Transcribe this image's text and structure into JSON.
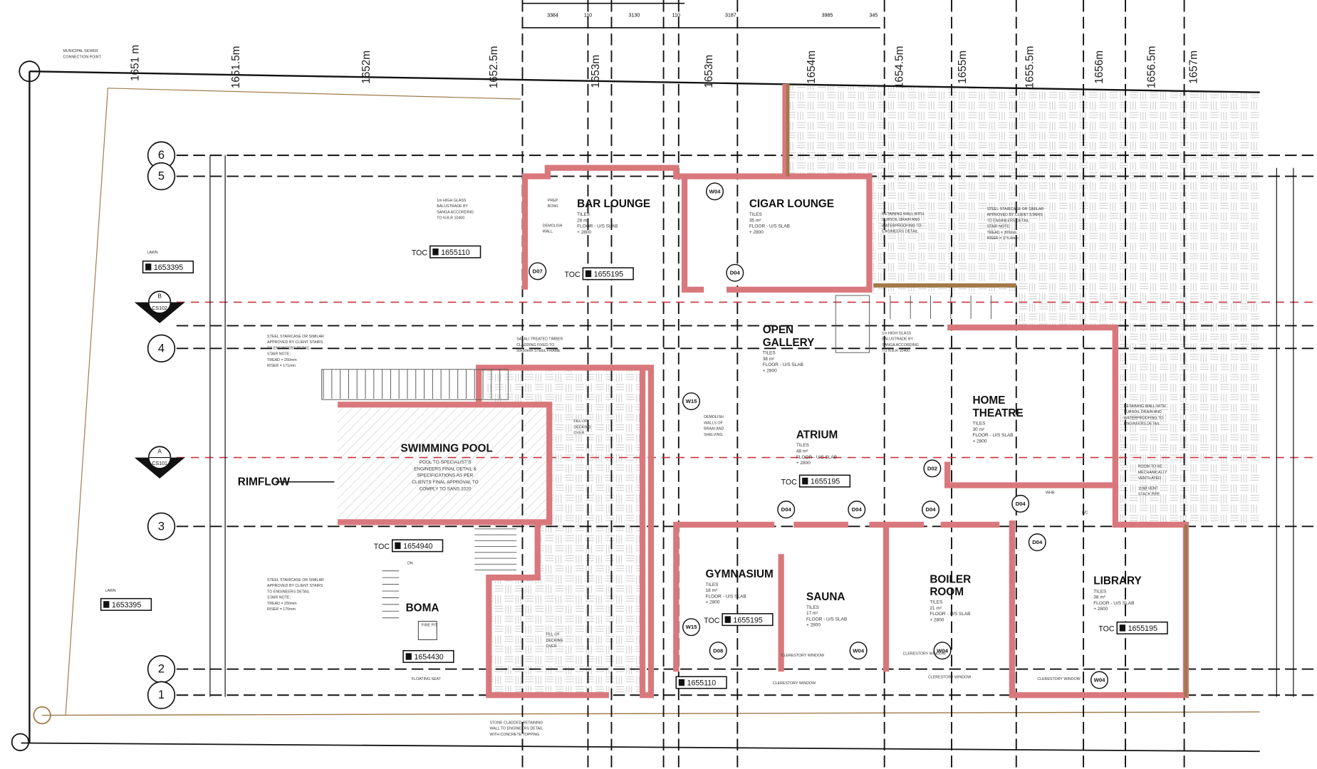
{
  "contours": [
    "1651 m",
    "1651.5m",
    "1652m",
    "1652.5m",
    "1653m",
    "1653m",
    "1654m",
    "1654.5m",
    "1655m",
    "1655.5m",
    "1656m",
    "1656.5m",
    "1657m"
  ],
  "top_dimensions": [
    "3384",
    "110",
    "3130",
    "110",
    "3187",
    "3985",
    "345"
  ],
  "grid_bubbles": [
    "6",
    "5",
    "4",
    "3",
    "2",
    "1"
  ],
  "sections": [
    {
      "letter": "B",
      "sheet": "CS102"
    },
    {
      "letter": "A",
      "sheet": "CS101"
    }
  ],
  "rooms": [
    {
      "name": "BAR LOUNGE",
      "finish": "TILES",
      "area": "28 m²",
      "floor": "FLOOR - U/S SLAB",
      "height": "+ 2800"
    },
    {
      "name": "CIGAR LOUNGE",
      "finish": "TILES",
      "area": "35 m²",
      "floor": "FLOOR - U/S SLAB",
      "height": "+ 2800"
    },
    {
      "name": "OPEN GALLERY",
      "finish": "TILES",
      "area": "38 m²",
      "floor": "FLOOR - U/S SLAB",
      "height": "+ 2800"
    },
    {
      "name": "ATRIUM",
      "finish": "TILES",
      "area": "48 m²",
      "floor": "FLOOR - U/S SLAB",
      "height": "+ 2800"
    },
    {
      "name": "HOME THEATRE",
      "finish": "TILES",
      "area": "30 m²",
      "floor": "FLOOR - U/S SLAB",
      "height": "+ 2800"
    },
    {
      "name": "GYMNASIUM",
      "finish": "TILES",
      "area": "18 m²",
      "floor": "FLOOR - U/S SLAB",
      "height": "+ 2800"
    },
    {
      "name": "SAUNA",
      "finish": "TILES",
      "area": "17 m²",
      "floor": "FLOOR - U/S SLAB",
      "height": "+ 2800"
    },
    {
      "name": "BOILER ROOM",
      "finish": "TILES",
      "area": "21 m²",
      "floor": "FLOOR - U/S SLAB",
      "height": "+ 2800"
    },
    {
      "name": "LIBRARY",
      "finish": "TILES",
      "area": "38 m²",
      "floor": "FLOOR - U/S SLAB",
      "height": "+ 2800"
    }
  ],
  "pool": {
    "name": "SWIMMING POOL",
    "notes": [
      "POOL TO SPECIALIST'S",
      "ENGINEERS FINAL DETAIL &",
      "SPECIFICATIONS AS PER",
      "CLIENTS FINAL APPROVAL TO",
      "COMPLY TO SANS 1020"
    ]
  },
  "rimflow": "RIMFLOW",
  "boma": {
    "name": "BOMA",
    "fire_pit": "FIRE PIT",
    "seat": "FLOATING SEAT",
    "dn": "DN"
  },
  "lawn": "LAWN",
  "toc_label": "TOC",
  "toc_values": [
    "1655110",
    "1655195",
    "1653395",
    "1655195",
    "1654940",
    "1653395",
    "1654430",
    "1655195",
    "1655195",
    "1655110"
  ],
  "tags": [
    "W04",
    "D07",
    "D04",
    "W15",
    "D02",
    "D04",
    "D04",
    "D04",
    "D04",
    "D04",
    "W15",
    "D08",
    "W04",
    "W04",
    "W04"
  ],
  "notes": {
    "sewer": [
      "MUNICIPAL SEWER",
      "CONNECTION POINT"
    ],
    "glass_balustrade": [
      "1m HIGH GLASS",
      "BALUSTRADE BY",
      "SANGA ACCORDING",
      "TO N.B.R 10400"
    ],
    "stair_left": [
      "STEEL STAIRCASE OR SIMILAR",
      "APPROVED BY CLIENT STAIRS",
      "TO ENGINEERS DETAIL",
      "STAIR NOTE:",
      "TREAD = 250mm",
      "RISER = 171mm"
    ],
    "stair_boma": [
      "STEEL STAIRCASE OR SIMILAR",
      "APPROVED BY CLIENT STAIRS",
      "TO ENGINEERS DETAIL",
      "STAIR NOTE:",
      "TREAD = 250mm",
      "RISER = 170mm"
    ],
    "retaining_top": [
      "RETAINING WALL WITH",
      "SUBSOIL DRAIN AND",
      "WATERPROOFING TO",
      "ENGINEERS DETAIL"
    ],
    "stair_right": [
      "STEEL STAIRCASE OR SIMILAR",
      "APPROVED BY CLIENT STAIRS",
      "TO ENGINEERS DETAIL",
      "STAIR NOTE:",
      "TREAD = 300mm",
      "RISER = 175.4mm"
    ],
    "timber": [
      "SALALI TREATED TIMBER",
      "CLADDING FIXED TO",
      "50x50mm STEEL FRAME"
    ],
    "glass_gallery": [
      "1m HIGH GLASS",
      "BALUSTRADE BY",
      "SANGA ACCORDING",
      "TO N.B.R 10400"
    ],
    "retaining_right": [
      "RETAINING WALL WITH",
      "SUBSOIL DRAIN AND",
      "WATERPROOFING TO",
      "ENGINEERS DETAIL"
    ],
    "ventilated": [
      "ROOM TO BE",
      "MECHANICALLY",
      "VENTILATED"
    ],
    "vent_pipe": [
      "110Ø VENT",
      "STACK PIPE"
    ],
    "fill_top": [
      "FILL OF",
      "DECKING",
      "OVER"
    ],
    "fill_bottom": [
      "FILL OF",
      "DECKING",
      "OVER"
    ],
    "demolish_bar": [
      "DEMOLISH",
      "WALL"
    ],
    "demolish_atrium": [
      "DEMOLISH",
      "WALLS OF",
      "BRAAI AND",
      "SHELVING"
    ],
    "stone_wall": [
      "STONE CLADDED RETAINING",
      "WALL TO ENGINEERS DETAIL",
      "WITH CONCRETE TOPPING"
    ],
    "prep_bowl": [
      "PREP",
      "BOWL"
    ],
    "clerestory": "CLERESTORY WINDOW",
    "wc": "WC",
    "whb": "WHB"
  }
}
